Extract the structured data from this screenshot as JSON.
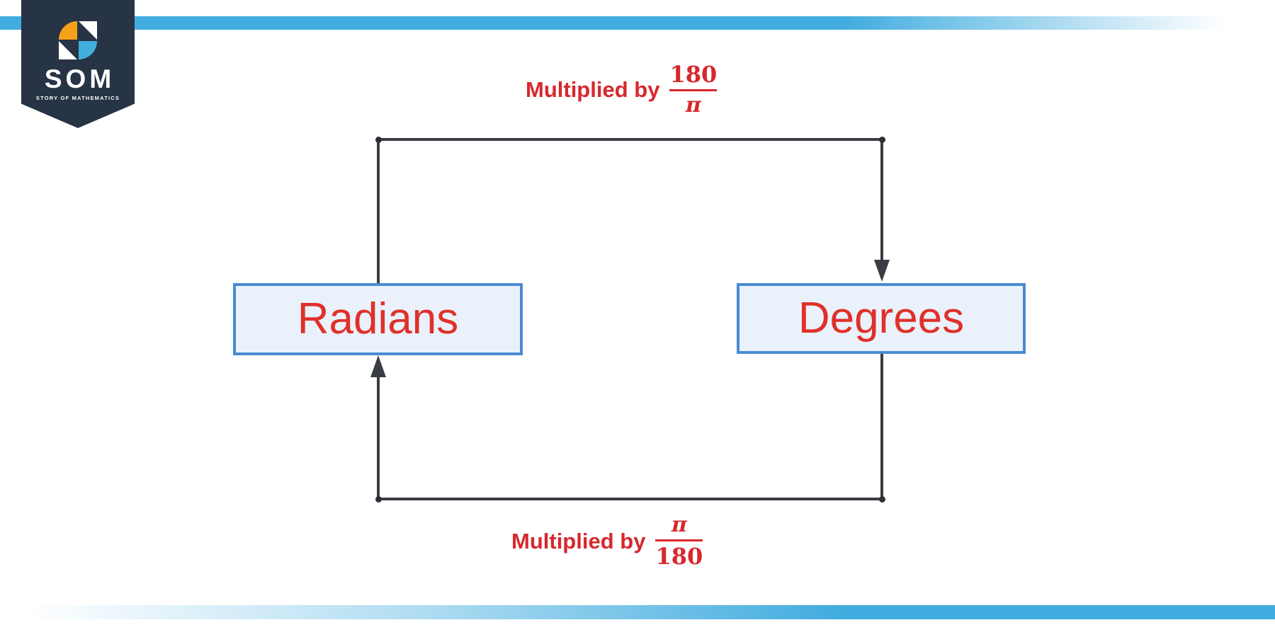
{
  "logo": {
    "acronym": "SOM",
    "tagline": "STORY OF MATHEMATICS",
    "icon": "pinwheel-icon"
  },
  "diagram": {
    "nodes": [
      {
        "id": "radians",
        "label": "Radians"
      },
      {
        "id": "degrees",
        "label": "Degrees"
      }
    ],
    "edges": [
      {
        "from": "Radians",
        "to": "Degrees",
        "direction": "top path, arrow into Degrees",
        "label_prefix": "Multiplied by",
        "fraction": {
          "numerator": "180",
          "denominator": "π"
        }
      },
      {
        "from": "Degrees",
        "to": "Radians",
        "direction": "bottom path, arrow into Radians",
        "label_prefix": "Multiplied by",
        "fraction": {
          "numerator": "π",
          "denominator": "180"
        }
      }
    ]
  },
  "colors": {
    "accent_red": "#d7282e",
    "node_text_red": "#e0302a",
    "node_border_blue": "#4a8bd3",
    "node_fill_light_blue": "#eaf1fb",
    "connector_dark": "#3a3e44",
    "bar_blue": "#41acdf",
    "banner_navy": "#263445",
    "logo_orange": "#f5a21b",
    "logo_blue": "#42aede"
  }
}
